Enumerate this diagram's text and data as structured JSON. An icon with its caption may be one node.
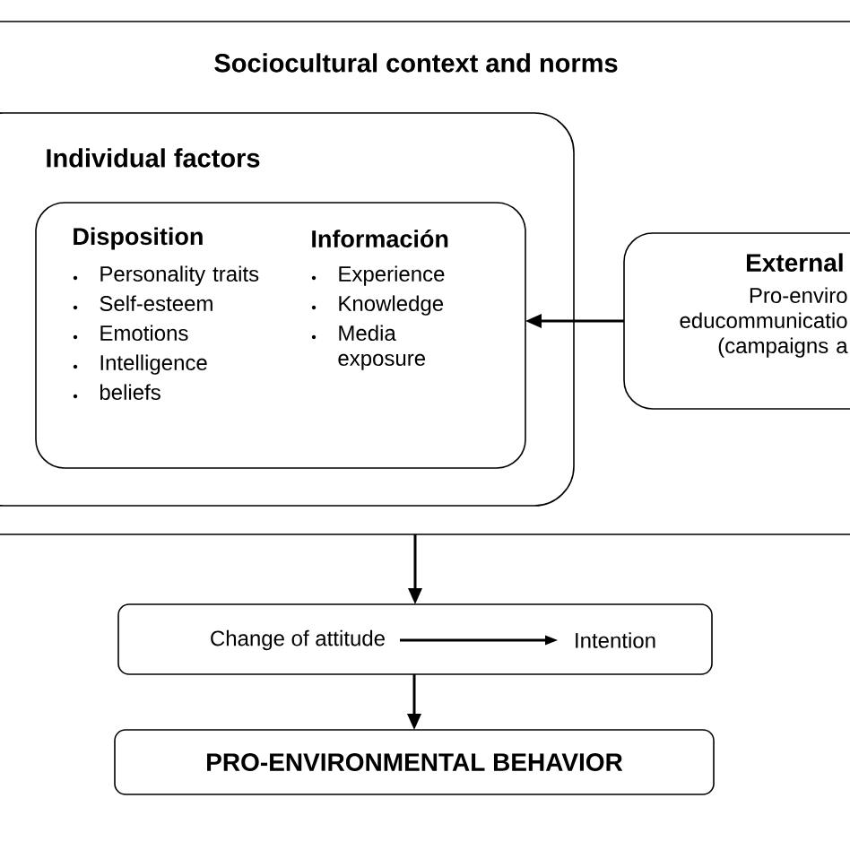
{
  "diagram": {
    "nodes": [
      {
        "text": [
          "Sociocultural context and norms"
        ]
      },
      {
        "text": [
          "Individual factors"
        ],
        "in": 0
      },
      {
        "text": [
          "Disposition",
          "Personality traits",
          "Self-esteem",
          "Emotions",
          "Intelligence",
          "beliefs",
          "Información",
          "Experience",
          "Knowledge",
          "Media exposure"
        ],
        "in": 1
      },
      {
        "text": [
          "External",
          "Pro-enviro educommunicatio (campaigns a"
        ],
        "in": 0
      },
      {
        "text": [],
        "shape": "box"
      },
      {
        "text": [
          "Change of attitude"
        ],
        "in": 4
      },
      {
        "text": [
          "Intention"
        ],
        "in": 4
      },
      {
        "text": [
          "PRO-ENVIRONMENTAL BEHAVIOR"
        ]
      }
    ],
    "edges": [
      {
        "from": 3,
        "to": 2,
        "arrow": "to"
      },
      {
        "from": 0,
        "to": 4,
        "arrow": "to"
      },
      {
        "from": 5,
        "to": 6,
        "arrow": "to"
      },
      {
        "from": 4,
        "to": 7,
        "arrow": "to"
      }
    ]
  }
}
